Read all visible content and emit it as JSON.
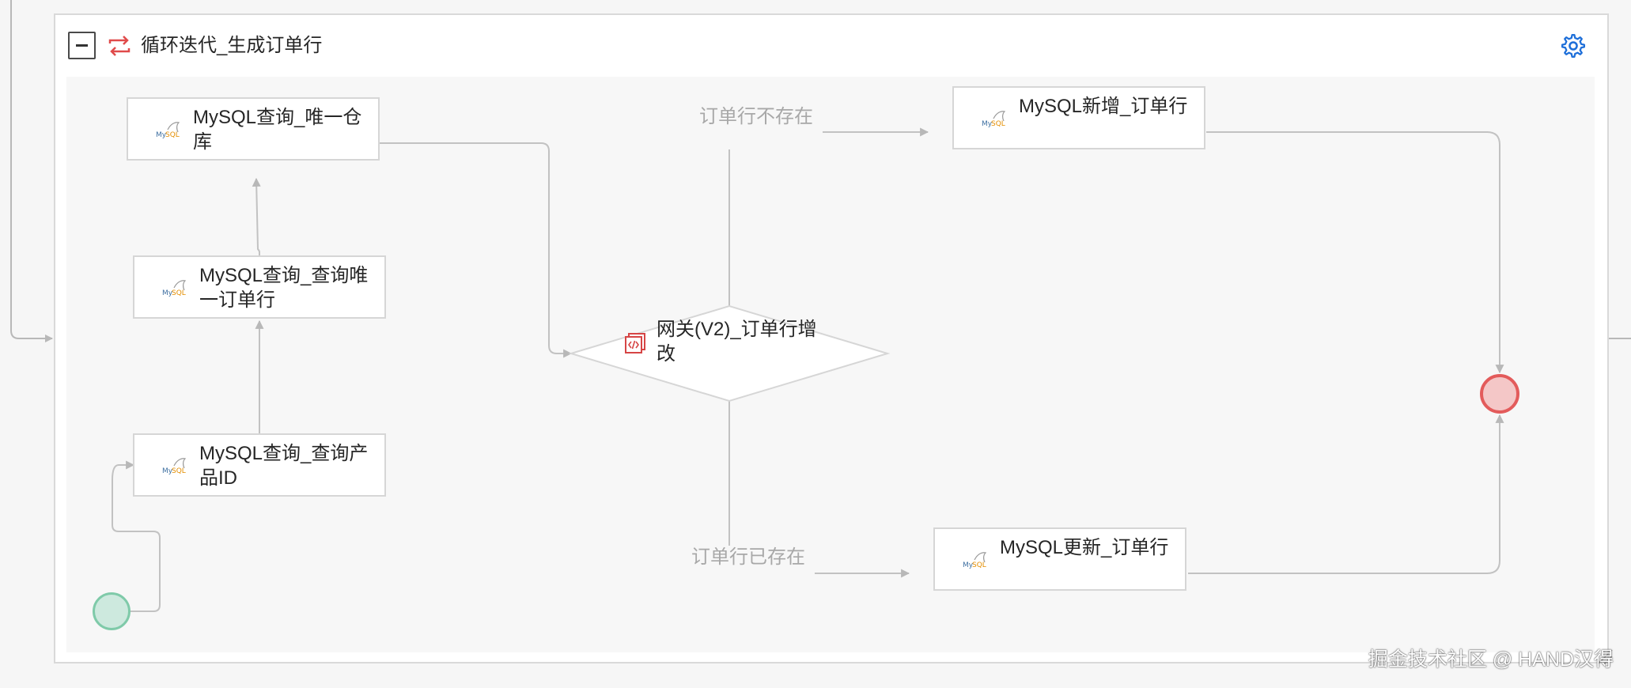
{
  "subprocess": {
    "title": "循环迭代_生成订单行",
    "collapse_icon": "minus-square-icon",
    "loop_icon": "loop-arrows-icon",
    "settings_icon": "gear-icon"
  },
  "nodes": {
    "query_warehouse": {
      "label": "MySQL查询_唯一仓库",
      "icon": "mysql-logo"
    },
    "query_order_line": {
      "label": "MySQL查询_查询唯一订单行",
      "icon": "mysql-logo"
    },
    "query_product": {
      "label": "MySQL查询_查询产品ID",
      "icon": "mysql-logo"
    },
    "insert_order_line": {
      "label": "MySQL新增_订单行",
      "icon": "mysql-logo"
    },
    "update_order_line": {
      "label": "MySQL更新_订单行",
      "icon": "mysql-logo"
    }
  },
  "gateway": {
    "label": "网关(V2)_订单行增改",
    "icon": "code-script-icon"
  },
  "edges": {
    "not_exists": "订单行不存在",
    "exists": "订单行已存在"
  },
  "colors": {
    "accent_blue": "#1e6fd9",
    "loop_red": "#e04b4b",
    "start_green": "#7fcaa9",
    "end_red": "#e35b5b"
  },
  "watermark": "掘金技术社区 @ HAND汉得"
}
